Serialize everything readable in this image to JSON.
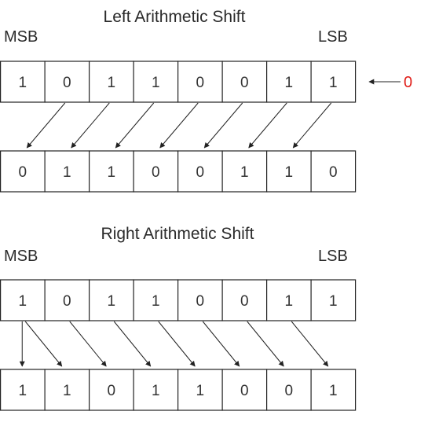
{
  "left": {
    "title": "Left Arithmetic Shift",
    "msb_label": "MSB",
    "lsb_label": "LSB",
    "input_bits": [
      "1",
      "0",
      "1",
      "1",
      "0",
      "0",
      "1",
      "1"
    ],
    "output_bits": [
      "0",
      "1",
      "1",
      "0",
      "0",
      "1",
      "1",
      "0"
    ],
    "output_highlight_index": 7,
    "shift_in_value": "0"
  },
  "right": {
    "title": "Right Arithmetic Shift",
    "msb_label": "MSB",
    "lsb_label": "LSB",
    "input_bits": [
      "1",
      "0",
      "1",
      "1",
      "0",
      "0",
      "1",
      "1"
    ],
    "output_bits": [
      "1",
      "1",
      "0",
      "1",
      "1",
      "0",
      "0",
      "1"
    ],
    "input_highlight_index": 0,
    "output_highlight_index": 0
  },
  "colors": {
    "highlight": "#e0201b",
    "text": "#333333",
    "line": "#222222"
  }
}
